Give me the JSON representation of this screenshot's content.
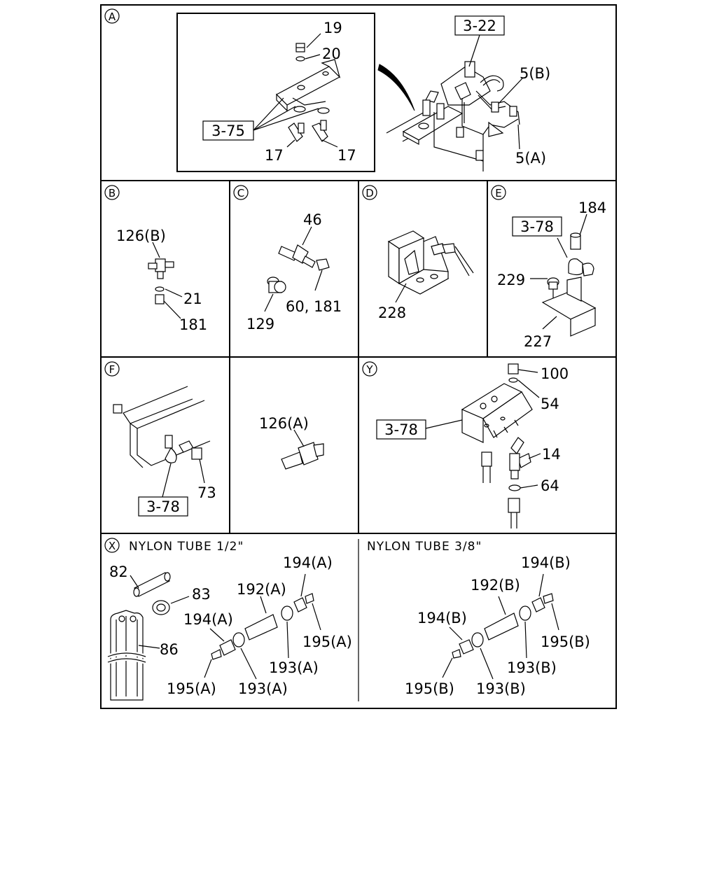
{
  "panels": {
    "A": {
      "marker": "A",
      "ref_inset": "3-75",
      "ref_main": "3-22",
      "labels": [
        "19",
        "20",
        "17",
        "17",
        "5(B)",
        "5(A)"
      ]
    },
    "B": {
      "marker": "B",
      "labels": [
        "126(B)",
        "21",
        "181"
      ]
    },
    "C": {
      "marker": "C",
      "labels": [
        "46",
        "129",
        "60, 181"
      ]
    },
    "D": {
      "marker": "D",
      "labels": [
        "228"
      ]
    },
    "E": {
      "marker": "E",
      "ref": "3-78",
      "labels": [
        "184",
        "229",
        "227"
      ]
    },
    "F": {
      "marker": "F",
      "ref": "3-78",
      "labels": [
        "73"
      ]
    },
    "G": {
      "labels": [
        "126(A)"
      ]
    },
    "Y": {
      "marker": "Y",
      "ref": "3-78",
      "labels": [
        "100",
        "54",
        "14",
        "64"
      ]
    },
    "X": {
      "marker": "X",
      "header": "NYLON TUBE 1/2\"",
      "labels": [
        "82",
        "83",
        "86",
        "194(A)",
        "192(A)",
        "194(A)",
        "195(A)",
        "193(A)",
        "195(A)",
        "193(A)"
      ]
    },
    "X2": {
      "header": "NYLON TUBE 3/8\"",
      "labels": [
        "194(B)",
        "192(B)",
        "194(B)",
        "195(B)",
        "193(B)",
        "195(B)",
        "193(B)"
      ]
    }
  }
}
